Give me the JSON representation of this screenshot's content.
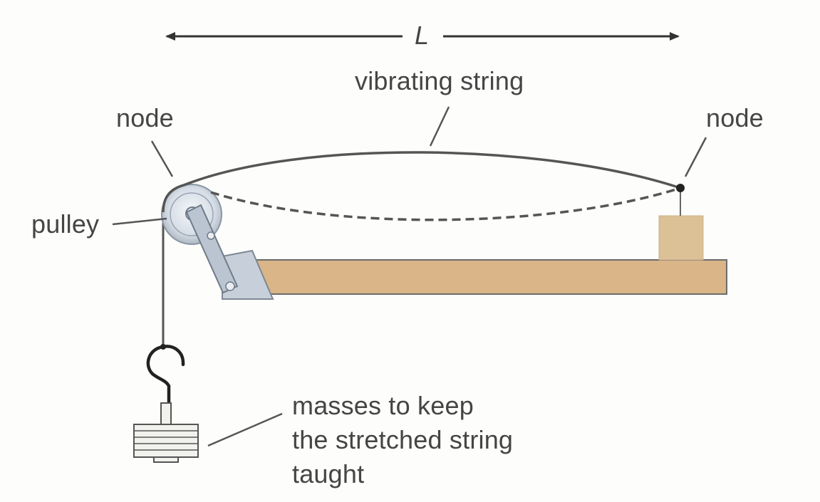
{
  "labels": {
    "length": "L",
    "vibrating_string": "vibrating string",
    "node_left": "node",
    "node_right": "node",
    "pulley": "pulley",
    "masses_line1": "masses to keep",
    "masses_line2": "the stretched string",
    "masses_line3": "taught"
  },
  "colors": {
    "string": "#555555",
    "board": "#d9b588",
    "board_edge": "#6b6b6b",
    "bridge": "#dcc096",
    "pulley": "#c9d2dd",
    "bracket": "#c7d0da",
    "mass": "#f1f1ed"
  }
}
